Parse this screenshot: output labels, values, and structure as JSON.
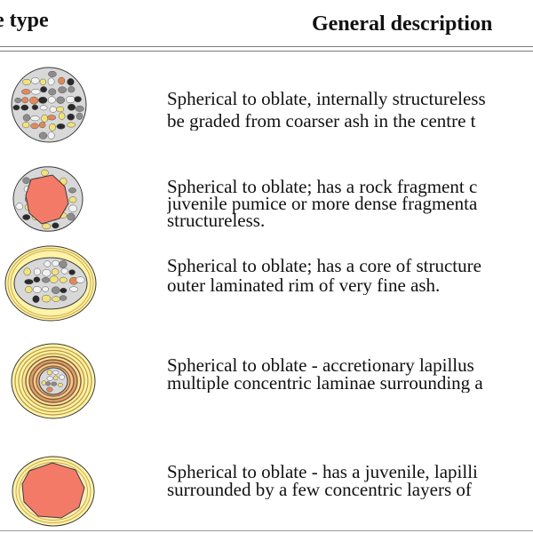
{
  "header": {
    "type_label": "e type",
    "description_label": "General description"
  },
  "rows": [
    {
      "icon": "structureless-ash-pellet-icon",
      "lines": [
        "Spherical to oblate, internally structureless",
        "be graded from coarser ash in the centre t"
      ]
    },
    {
      "icon": "rock-fragment-core-pellet-icon",
      "lines": [
        "Spherical to oblate; has a rock fragment c",
        "juvenile pumice or more dense fragmenta",
        "structureless."
      ]
    },
    {
      "icon": "rimmed-ash-pellet-icon",
      "lines": [
        "Spherical to oblate; has a core of structure",
        "outer laminated rim of very fine ash."
      ]
    },
    {
      "icon": "accretionary-lapillus-icon",
      "lines": [
        "Spherical to oblate - accretionary lapillus",
        "multiple concentric laminae surrounding a"
      ]
    },
    {
      "icon": "juvenile-lapillus-core-icon",
      "lines": [
        "Spherical to oblate - has a juvenile, lapilli",
        "surrounded by a few concentric layers of"
      ]
    }
  ],
  "colors": {
    "ash_matrix": "#d8d8d8",
    "rim_fill": "#fff3a8",
    "rim_line": "#c9a94a",
    "core_fragment": "#f47a68",
    "grain_black": "#2a2a2a",
    "grain_orange": "#e08a5a",
    "grain_yellow": "#f3e27a",
    "grain_white": "#f2f2f2",
    "grain_grey": "#8c8c8c",
    "accretion_brown": "#8a5a3a"
  }
}
